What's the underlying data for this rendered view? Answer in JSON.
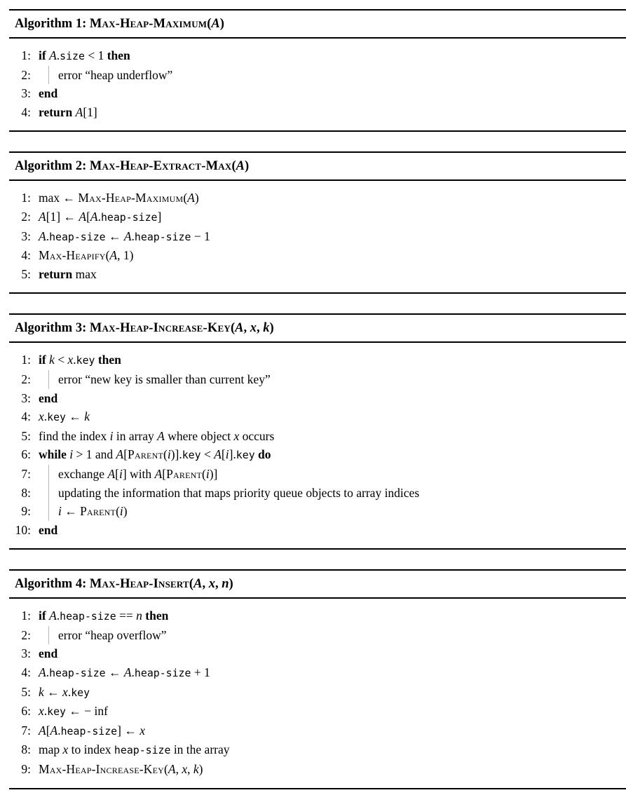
{
  "page": {
    "background": "#ffffff",
    "text_color": "#000000",
    "rule_color": "#000000",
    "indent_bar_color": "#b8b8b8"
  },
  "algorithms": [
    {
      "header": [
        [
          "plain",
          "Algorithm 1: "
        ],
        [
          "sc",
          "Max-Heap-Maximum"
        ],
        [
          "plain",
          "("
        ],
        [
          "var",
          "A"
        ],
        [
          "plain",
          ")"
        ]
      ],
      "lines": [
        {
          "num": "1:",
          "indent": 0,
          "segments": [
            [
              "kw",
              "if "
            ],
            [
              "var",
              "A"
            ],
            [
              "plain",
              "."
            ],
            [
              "tt",
              "size"
            ],
            [
              "plain",
              " < 1 "
            ],
            [
              "kw",
              "then"
            ]
          ]
        },
        {
          "num": "2:",
          "indent": 1,
          "segments": [
            [
              "plain",
              "error “heap underflow”"
            ]
          ]
        },
        {
          "num": "3:",
          "indent": 0,
          "segments": [
            [
              "kw",
              "end"
            ]
          ]
        },
        {
          "num": "4:",
          "indent": 0,
          "segments": [
            [
              "kw",
              "return "
            ],
            [
              "var",
              "A"
            ],
            [
              "plain",
              "[1]"
            ]
          ]
        }
      ]
    },
    {
      "header": [
        [
          "plain",
          "Algorithm 2: "
        ],
        [
          "sc",
          "Max-Heap-Extract-Max"
        ],
        [
          "plain",
          "("
        ],
        [
          "var",
          "A"
        ],
        [
          "plain",
          ")"
        ]
      ],
      "lines": [
        {
          "num": "1:",
          "indent": 0,
          "segments": [
            [
              "plain",
              "max ← "
            ],
            [
              "sc",
              "Max-Heap-Maximum"
            ],
            [
              "plain",
              "("
            ],
            [
              "var",
              "A"
            ],
            [
              "plain",
              ")"
            ]
          ]
        },
        {
          "num": "2:",
          "indent": 0,
          "segments": [
            [
              "var",
              "A"
            ],
            [
              "plain",
              "[1] ← "
            ],
            [
              "var",
              "A"
            ],
            [
              "plain",
              "["
            ],
            [
              "var",
              "A"
            ],
            [
              "plain",
              "."
            ],
            [
              "tt",
              "heap-size"
            ],
            [
              "plain",
              "]"
            ]
          ]
        },
        {
          "num": "3:",
          "indent": 0,
          "segments": [
            [
              "var",
              "A"
            ],
            [
              "plain",
              "."
            ],
            [
              "tt",
              "heap-size"
            ],
            [
              "plain",
              " ← "
            ],
            [
              "var",
              "A"
            ],
            [
              "plain",
              "."
            ],
            [
              "tt",
              "heap-size"
            ],
            [
              "plain",
              " − 1"
            ]
          ]
        },
        {
          "num": "4:",
          "indent": 0,
          "segments": [
            [
              "sc",
              "Max-Heapify"
            ],
            [
              "plain",
              "("
            ],
            [
              "var",
              "A"
            ],
            [
              "plain",
              ", 1)"
            ]
          ]
        },
        {
          "num": "5:",
          "indent": 0,
          "segments": [
            [
              "kw",
              "return "
            ],
            [
              "plain",
              "max"
            ]
          ]
        }
      ]
    },
    {
      "header": [
        [
          "plain",
          "Algorithm 3: "
        ],
        [
          "sc",
          "Max-Heap-Increase-Key"
        ],
        [
          "plain",
          "("
        ],
        [
          "var",
          "A"
        ],
        [
          "plain",
          ", "
        ],
        [
          "var",
          "x"
        ],
        [
          "plain",
          ", "
        ],
        [
          "var",
          "k"
        ],
        [
          "plain",
          ")"
        ]
      ],
      "lines": [
        {
          "num": "1:",
          "indent": 0,
          "segments": [
            [
              "kw",
              "if "
            ],
            [
              "var",
              "k"
            ],
            [
              "plain",
              " < "
            ],
            [
              "var",
              "x"
            ],
            [
              "plain",
              "."
            ],
            [
              "tt",
              "key"
            ],
            [
              "kw",
              " then"
            ]
          ]
        },
        {
          "num": "2:",
          "indent": 1,
          "segments": [
            [
              "plain",
              "error “new key is smaller than current key”"
            ]
          ]
        },
        {
          "num": "3:",
          "indent": 0,
          "segments": [
            [
              "kw",
              "end"
            ]
          ]
        },
        {
          "num": "4:",
          "indent": 0,
          "segments": [
            [
              "var",
              "x"
            ],
            [
              "plain",
              "."
            ],
            [
              "tt",
              "key"
            ],
            [
              "plain",
              " ← "
            ],
            [
              "var",
              "k"
            ]
          ]
        },
        {
          "num": "5:",
          "indent": 0,
          "segments": [
            [
              "plain",
              "find the index "
            ],
            [
              "var",
              "i"
            ],
            [
              "plain",
              " in array "
            ],
            [
              "var",
              "A"
            ],
            [
              "plain",
              " where object "
            ],
            [
              "var",
              "x"
            ],
            [
              "plain",
              " occurs"
            ]
          ]
        },
        {
          "num": "6:",
          "indent": 0,
          "segments": [
            [
              "kw",
              "while "
            ],
            [
              "var",
              "i"
            ],
            [
              "plain",
              " > 1 and "
            ],
            [
              "var",
              "A"
            ],
            [
              "plain",
              "["
            ],
            [
              "sc",
              "Parent"
            ],
            [
              "plain",
              "("
            ],
            [
              "var",
              "i"
            ],
            [
              "plain",
              ")]."
            ],
            [
              "tt",
              "key"
            ],
            [
              "plain",
              " < "
            ],
            [
              "var",
              "A"
            ],
            [
              "plain",
              "["
            ],
            [
              "var",
              "i"
            ],
            [
              "plain",
              "]."
            ],
            [
              "tt",
              "key"
            ],
            [
              "kw",
              " do"
            ]
          ]
        },
        {
          "num": "7:",
          "indent": 1,
          "segments": [
            [
              "plain",
              "exchange "
            ],
            [
              "var",
              "A"
            ],
            [
              "plain",
              "["
            ],
            [
              "var",
              "i"
            ],
            [
              "plain",
              "] with "
            ],
            [
              "var",
              "A"
            ],
            [
              "plain",
              "["
            ],
            [
              "sc",
              "Parent"
            ],
            [
              "plain",
              "("
            ],
            [
              "var",
              "i"
            ],
            [
              "plain",
              ")]"
            ]
          ]
        },
        {
          "num": "8:",
          "indent": 1,
          "segments": [
            [
              "plain",
              "updating the information that maps priority queue objects to array indices"
            ]
          ]
        },
        {
          "num": "9:",
          "indent": 1,
          "segments": [
            [
              "var",
              "i"
            ],
            [
              "plain",
              " ← "
            ],
            [
              "sc",
              "Parent"
            ],
            [
              "plain",
              "("
            ],
            [
              "var",
              "i"
            ],
            [
              "plain",
              ")"
            ]
          ]
        },
        {
          "num": "10:",
          "indent": 0,
          "segments": [
            [
              "kw",
              "end"
            ]
          ]
        }
      ]
    },
    {
      "header": [
        [
          "plain",
          "Algorithm 4: "
        ],
        [
          "sc",
          "Max-Heap-Insert"
        ],
        [
          "plain",
          "("
        ],
        [
          "var",
          "A"
        ],
        [
          "plain",
          ", "
        ],
        [
          "var",
          "x"
        ],
        [
          "plain",
          ", "
        ],
        [
          "var",
          "n"
        ],
        [
          "plain",
          ")"
        ]
      ],
      "lines": [
        {
          "num": "1:",
          "indent": 0,
          "segments": [
            [
              "kw",
              "if "
            ],
            [
              "var",
              "A"
            ],
            [
              "plain",
              "."
            ],
            [
              "tt",
              "heap-size"
            ],
            [
              "plain",
              " == "
            ],
            [
              "var",
              "n"
            ],
            [
              "kw",
              " then"
            ]
          ]
        },
        {
          "num": "2:",
          "indent": 1,
          "segments": [
            [
              "plain",
              "error “heap overflow”"
            ]
          ]
        },
        {
          "num": "3:",
          "indent": 0,
          "segments": [
            [
              "kw",
              "end"
            ]
          ]
        },
        {
          "num": "4:",
          "indent": 0,
          "segments": [
            [
              "var",
              "A"
            ],
            [
              "plain",
              "."
            ],
            [
              "tt",
              "heap-size"
            ],
            [
              "plain",
              " ← "
            ],
            [
              "var",
              "A"
            ],
            [
              "plain",
              "."
            ],
            [
              "tt",
              "heap-size"
            ],
            [
              "plain",
              " + 1"
            ]
          ]
        },
        {
          "num": "5:",
          "indent": 0,
          "segments": [
            [
              "var",
              "k"
            ],
            [
              "plain",
              " ← "
            ],
            [
              "var",
              "x"
            ],
            [
              "plain",
              "."
            ],
            [
              "tt",
              "key"
            ]
          ]
        },
        {
          "num": "6:",
          "indent": 0,
          "segments": [
            [
              "var",
              "x"
            ],
            [
              "plain",
              "."
            ],
            [
              "tt",
              "key"
            ],
            [
              "plain",
              " ← − inf"
            ]
          ]
        },
        {
          "num": "7:",
          "indent": 0,
          "segments": [
            [
              "var",
              "A"
            ],
            [
              "plain",
              "["
            ],
            [
              "var",
              "A"
            ],
            [
              "plain",
              "."
            ],
            [
              "tt",
              "heap-size"
            ],
            [
              "plain",
              "] ← "
            ],
            [
              "var",
              "x"
            ]
          ]
        },
        {
          "num": "8:",
          "indent": 0,
          "segments": [
            [
              "plain",
              "map "
            ],
            [
              "var",
              "x"
            ],
            [
              "plain",
              " to index "
            ],
            [
              "tt",
              "heap-size"
            ],
            [
              "plain",
              " in the array"
            ]
          ]
        },
        {
          "num": "9:",
          "indent": 0,
          "segments": [
            [
              "sc",
              "Max-Heap-Increase-Key"
            ],
            [
              "plain",
              "("
            ],
            [
              "var",
              "A"
            ],
            [
              "plain",
              ", "
            ],
            [
              "var",
              "x"
            ],
            [
              "plain",
              ", "
            ],
            [
              "var",
              "k"
            ],
            [
              "plain",
              ")"
            ]
          ]
        }
      ]
    }
  ]
}
